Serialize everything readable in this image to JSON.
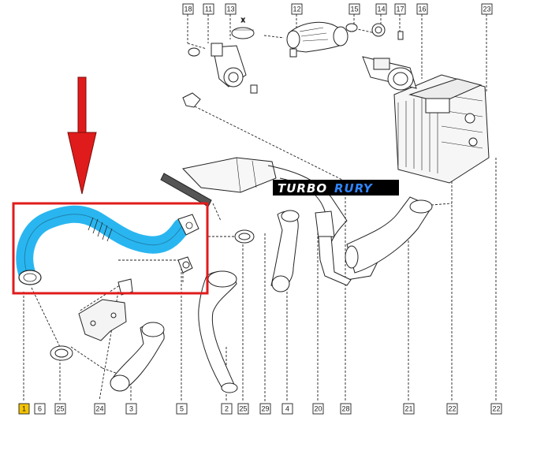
{
  "diagram": {
    "callouts": [
      "18",
      "11",
      "13",
      "12",
      "15",
      "14",
      "17",
      "16",
      "23",
      "1",
      "6",
      "25",
      "24",
      "3",
      "5",
      "2",
      "25",
      "29",
      "4",
      "20",
      "28",
      "21",
      "22",
      "22"
    ],
    "highlighted_callout": "1",
    "dimension_mark": "x"
  },
  "watermark": {
    "part1": "TURBO",
    "part2": "RURY"
  },
  "colors": {
    "highlight_part": "#29b6f0",
    "highlight_box": "#e01b1b",
    "arrow": "#e01b1b",
    "highlighted_callout": "#f5c400",
    "line": "#222222"
  }
}
